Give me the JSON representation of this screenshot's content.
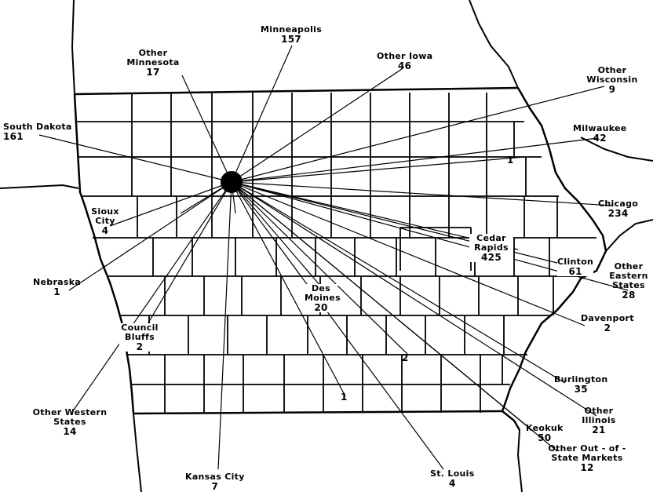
{
  "origin_dot": "origin-dot",
  "destinations": [
    {
      "id": "minneapolis",
      "name": "Minneapolis",
      "count": "157"
    },
    {
      "id": "other-minnesota",
      "name": "Other Minnesota",
      "count": "17"
    },
    {
      "id": "other-iowa",
      "name": "Other Iowa",
      "count": "46"
    },
    {
      "id": "other-wisconsin",
      "name": "Other Wisconsin",
      "count": "9"
    },
    {
      "id": "south-dakota",
      "name": "South Dakota",
      "count": "161"
    },
    {
      "id": "milwaukee",
      "name": "Milwaukee",
      "count": "42"
    },
    {
      "id": "chicago",
      "name": "Chicago",
      "count": "234"
    },
    {
      "id": "sioux-city",
      "name": "Sioux City",
      "count": "4"
    },
    {
      "id": "cedar-rapids",
      "name": "Cedar Rapids",
      "count": "425"
    },
    {
      "id": "clinton",
      "name": "Clinton",
      "count": "61"
    },
    {
      "id": "other-eastern-states",
      "name": "Other Eastern States",
      "count": "28"
    },
    {
      "id": "nebraska",
      "name": "Nebraska",
      "count": "1"
    },
    {
      "id": "des-moines",
      "name": "Des Moines",
      "count": "20"
    },
    {
      "id": "davenport",
      "name": "Davenport",
      "count": "2"
    },
    {
      "id": "council-bluffs",
      "name": "Council Bluffs",
      "count": "2"
    },
    {
      "id": "burlington",
      "name": "Burlington",
      "count": "35"
    },
    {
      "id": "other-illinois",
      "name": "Other Illinois",
      "count": "21"
    },
    {
      "id": "other-western-states",
      "name": "Other Western States",
      "count": "14"
    },
    {
      "id": "keokuk",
      "name": "Keokuk",
      "count": "50"
    },
    {
      "id": "other-out-of-state",
      "name": "Other Out - of - State Markets",
      "count": "12"
    },
    {
      "id": "kansas-city",
      "name": "Kansas City",
      "count": "7"
    },
    {
      "id": "st-louis",
      "name": "St. Louis",
      "count": "4"
    }
  ],
  "inline_counts": [
    {
      "id": "waterloo-area",
      "count": "1"
    },
    {
      "id": "ottumwa-area",
      "count": "2"
    },
    {
      "id": "south-central",
      "count": "1"
    }
  ]
}
